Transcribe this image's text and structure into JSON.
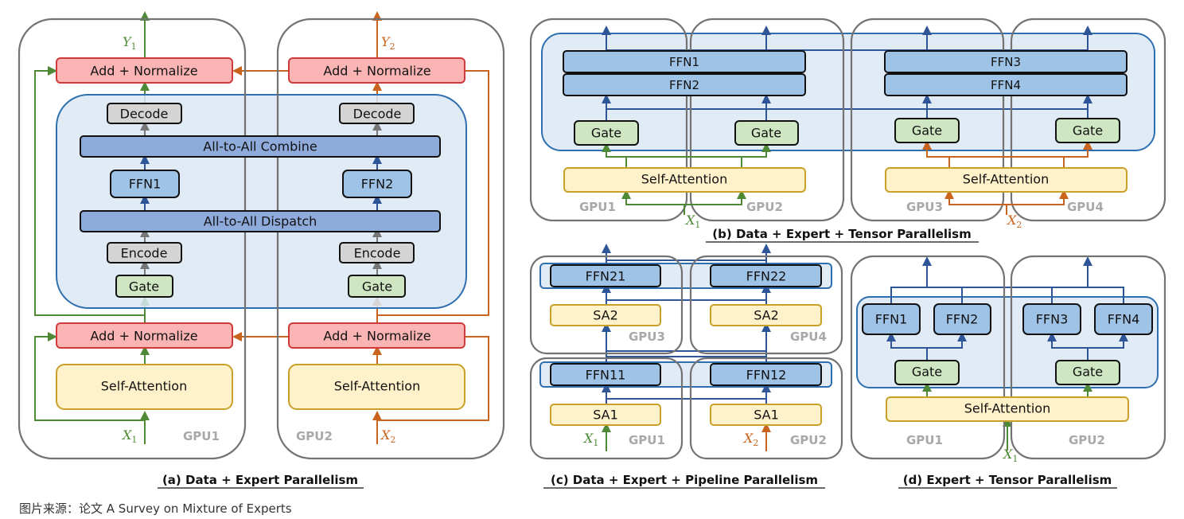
{
  "colors": {
    "add_norm_fill": "#fbb4b4",
    "add_norm_stroke": "#d03a3a",
    "self_attn_fill": "#fff1c9",
    "self_attn_stroke": "#c9a128",
    "gate_fill": "#cfe6c2",
    "ffn_fill": "#9fc3e6",
    "all_to_all_fill": "#8eabdc",
    "codec_fill": "#d4d4d4",
    "region_fill": "#dbe7f4",
    "region_stroke": "#2e6fb0",
    "gpu_stroke": "#737373",
    "green_flow": "#4e8a35",
    "orange_flow": "#c8641e",
    "blue_flow": "#2e5597",
    "gray_flow": "#777777",
    "gpu_label": "#a8a8a8"
  },
  "panel_a": {
    "caption": "(a) Data + Expert Parallelism",
    "gpu1_label": "GPU1",
    "gpu2_label": "GPU2",
    "add_normalize": "Add + Normalize",
    "self_attention": "Self-Attention",
    "decode": "Decode",
    "encode": "Encode",
    "gate": "Gate",
    "combine": "All-to-All Combine",
    "dispatch": "All-to-All Dispatch",
    "ffn1": "FFN1",
    "ffn2": "FFN2",
    "x1": "X",
    "x1_sub": "1",
    "x2": "X",
    "x2_sub": "2",
    "y1": "Y",
    "y1_sub": "1",
    "y2": "Y",
    "y2_sub": "2"
  },
  "panel_b": {
    "caption": "(b) Data + Expert + Tensor Parallelism",
    "gpu_labels": [
      "GPU1",
      "GPU2",
      "GPU3",
      "GPU4"
    ],
    "ffn_left_top": "FFN1",
    "ffn_left_bottom": "FFN2",
    "ffn_right_top": "FFN3",
    "ffn_right_bottom": "FFN4",
    "gate": "Gate",
    "self_attention": "Self-Attention",
    "x1": "X",
    "x1_sub": "1",
    "x2": "X",
    "x2_sub": "2"
  },
  "panel_c": {
    "caption": "(c) Data + Expert + Pipeline Parallelism",
    "gpu_labels": [
      "GPU1",
      "GPU2",
      "GPU3",
      "GPU4"
    ],
    "ffn21": "FFN21",
    "ffn22": "FFN22",
    "ffn11": "FFN11",
    "ffn12": "FFN12",
    "sa2": "SA2",
    "sa1": "SA1",
    "x1": "X",
    "x1_sub": "1",
    "x2": "X",
    "x2_sub": "2"
  },
  "panel_d": {
    "caption": "(d) Expert + Tensor Parallelism",
    "gpu_labels": [
      "GPU1",
      "GPU2"
    ],
    "ffns": [
      "FFN1",
      "FFN2",
      "FFN3",
      "FFN4"
    ],
    "gate": "Gate",
    "self_attention": "Self-Attention",
    "x1": "X",
    "x1_sub": "1"
  },
  "source_note": "图片来源：论文 A Survey on Mixture of Experts"
}
